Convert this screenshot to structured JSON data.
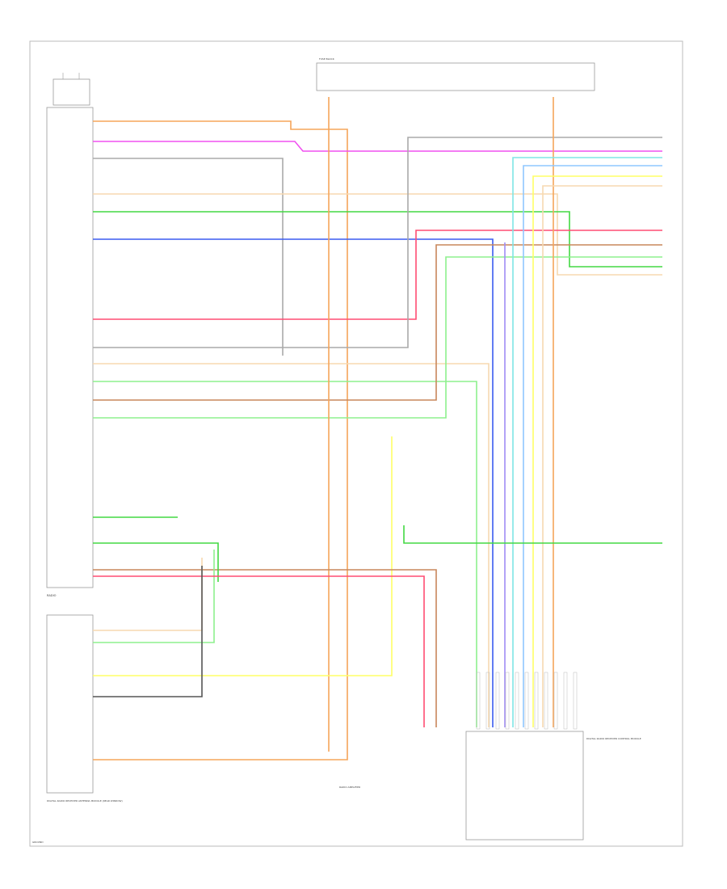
{
  "components": {
    "radio": {
      "label": "RADIO"
    },
    "antenna_module": {
      "label": "DIGITAL RADIO RECEIVER ANTENNA MODULE (REAR WINDOW)"
    },
    "receiver": {
      "label": "DIGITAL RADIO RECEIVER CONTROL MODULE"
    },
    "amplifier": {
      "label": "RADIO AMPLIFIER"
    },
    "ground": {
      "label": "GROUND"
    },
    "fuse_block": {
      "label": "FUSE BLOCK"
    }
  },
  "wire_colors": {
    "orange": "#f5a55a",
    "pink": "#f050f0",
    "gray": "#aaaaaa",
    "tan": "#f7d9b0",
    "green": "#43d843",
    "blue": "#3b5cf0",
    "red": "#ff4d73",
    "brown": "#c8875c",
    "lightgreen": "#8ef08e",
    "yellow": "#ffff66",
    "lightblue": "#8fc7ff",
    "cyan": "#7fe5e5",
    "violet": "#a08cf5",
    "black": "#555555"
  }
}
